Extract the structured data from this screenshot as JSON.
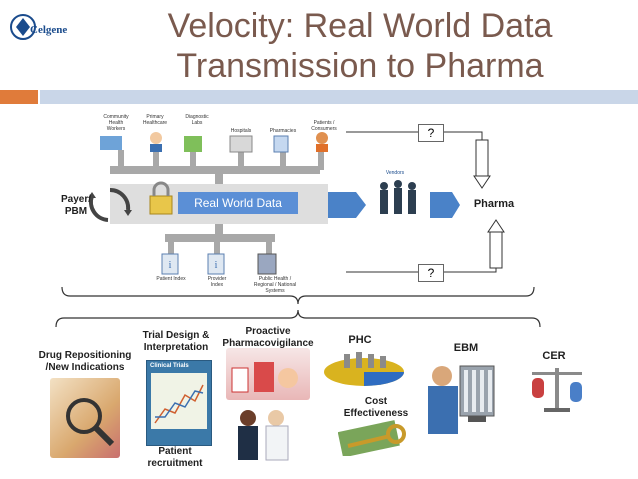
{
  "slide": {
    "title_line1": "Velocity: Real World Data",
    "title_line2": "Transmission to Pharma",
    "logo_text": "Celgene"
  },
  "diagram": {
    "sources": [
      {
        "label": "Community Health Workers"
      },
      {
        "label": "Primary Healthcare"
      },
      {
        "label": "Diagnostic Labs"
      },
      {
        "label": "Hospitals"
      },
      {
        "label": "Pharmacies"
      },
      {
        "label": "Patients / Consumers"
      }
    ],
    "central_label": "Real World Data",
    "payer_label": "Payer/ PBM",
    "indexes": [
      {
        "label": "Patient Index"
      },
      {
        "label": "Provider Index"
      },
      {
        "label": "Public Health / Regional / National Systems"
      }
    ],
    "vendors_label": "Vendors",
    "pharma_label": "Pharma",
    "question_top": "?",
    "question_bottom": "?"
  },
  "uses": {
    "drug_repositioning": "Drug Repositioning /New Indications",
    "trial_design": "Trial Design & Interpretation",
    "proactive_pv": "Proactive Pharmacovigilance",
    "phc": "PHC",
    "ebm": "EBM",
    "cer": "CER",
    "cost_effectiveness": "Cost Effectiveness",
    "patient_recruitment": "Patient recruitment",
    "clinical_trials_cover": "Clinical Trials"
  },
  "colors": {
    "title": "#7a5a4e",
    "accent_orange": "#e07b3a",
    "accent_blue_bar": "#c9d6e8",
    "rwd_box": "#5b8fd6",
    "pipe_gray": "#9a9a9a"
  }
}
